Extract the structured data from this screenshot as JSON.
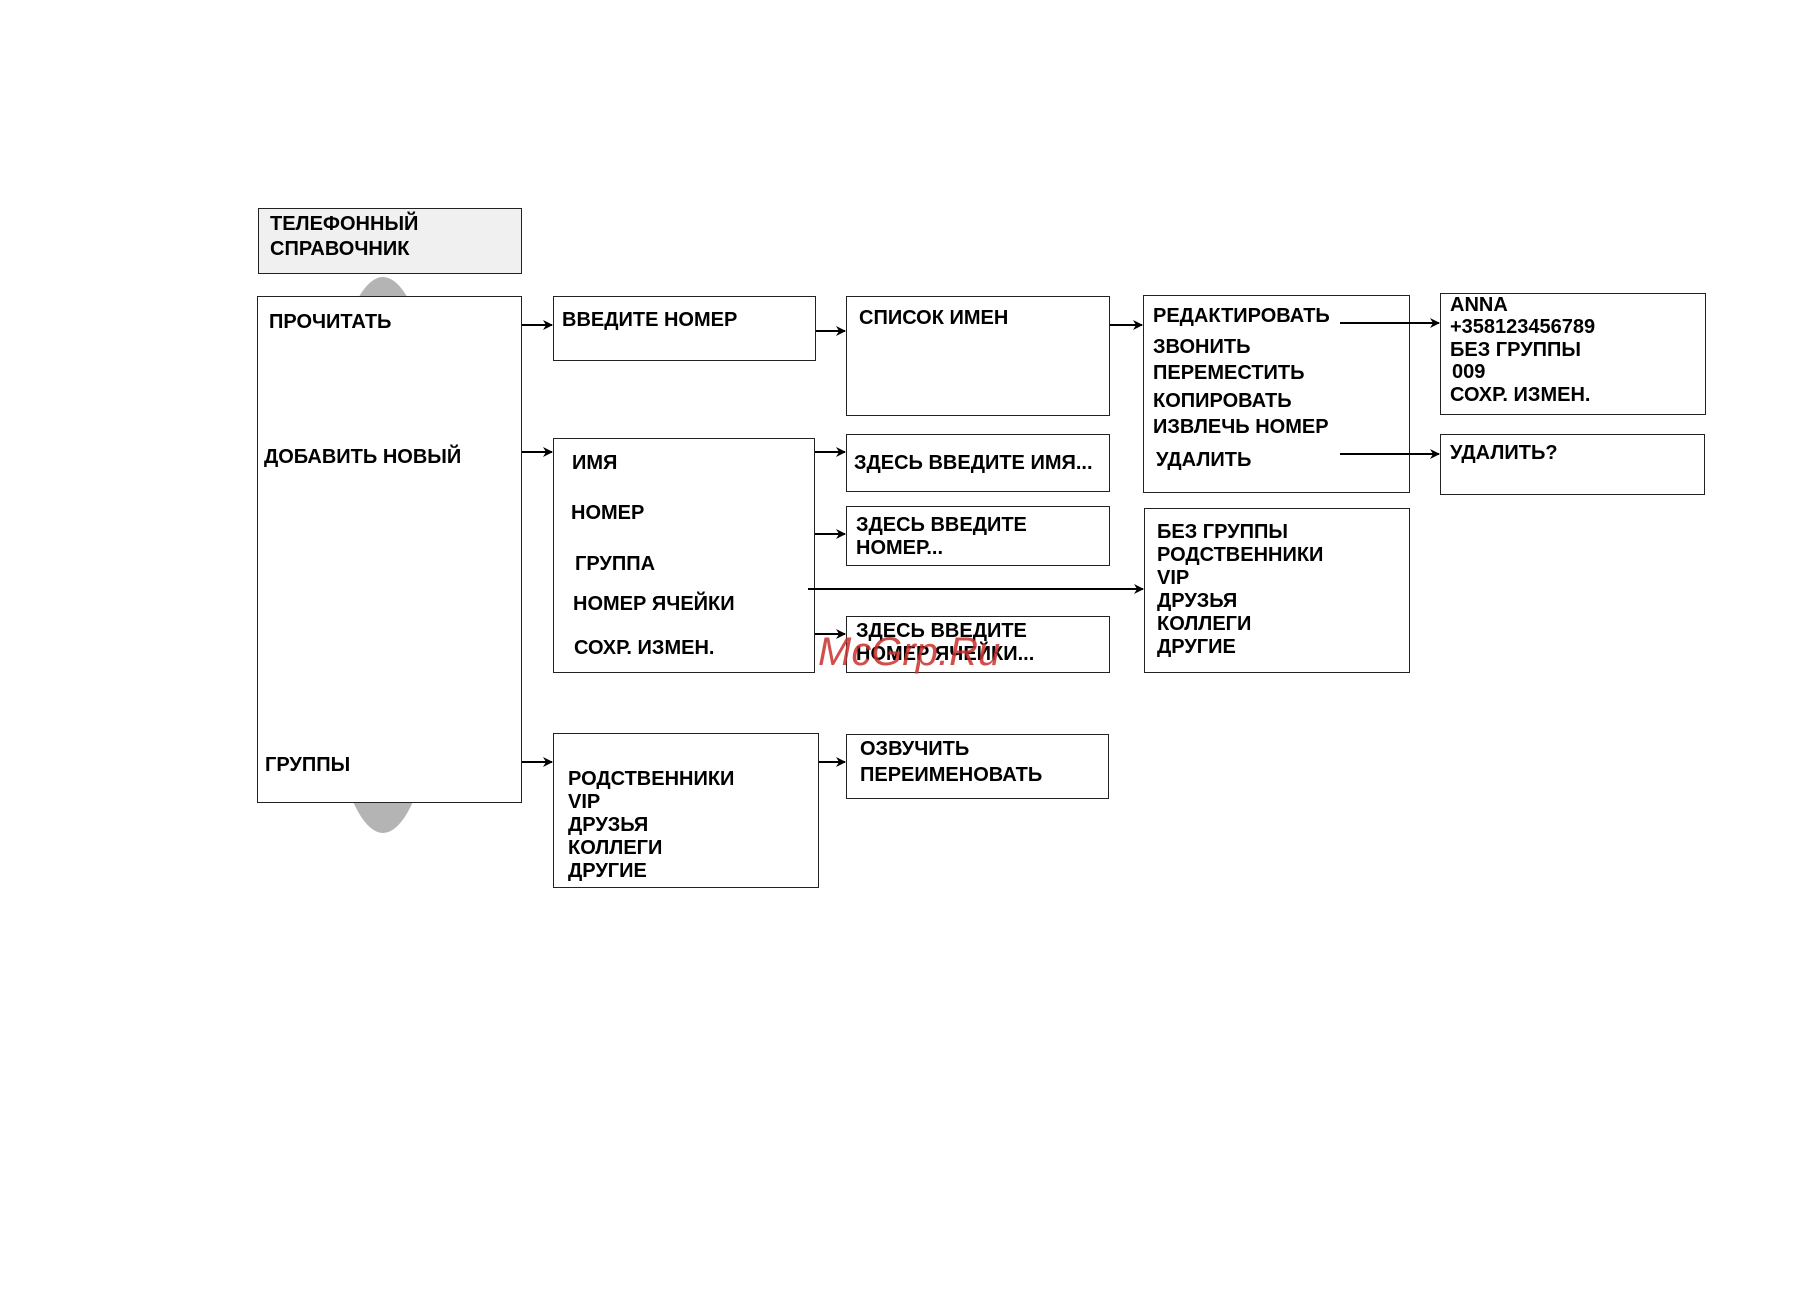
{
  "title_box": {
    "line1": "ТЕЛЕФОННЫЙ",
    "line2": "СПРАВОЧНИК"
  },
  "main_menu": {
    "read": "ПРОЧИТАТЬ",
    "add_new": "ДОБАВИТЬ НОВЫЙ",
    "groups": "ГРУППЫ"
  },
  "enter_number": {
    "label": "ВВЕДИТЕ НОМЕР"
  },
  "name_list": {
    "label": "СПИСОК ИМЕН"
  },
  "contact_actions": {
    "edit": "РЕДАКТИРОВАТЬ",
    "call": "ЗВОНИТЬ",
    "move": "ПЕРЕМЕСТИТЬ",
    "copy": "КОПИРОВАТЬ",
    "extract": "ИЗВЛЕЧЬ НОМЕР",
    "delete": "УДАЛИТЬ"
  },
  "edit_view": {
    "name": "ANNA",
    "number": "+358123456789",
    "group": "БЕЗ ГРУППЫ",
    "cell": "009",
    "save": "СОХР. ИЗМЕН."
  },
  "delete_confirm": {
    "label": "УДАЛИТЬ?"
  },
  "add_fields": {
    "name": "ИМЯ",
    "number": "НОМЕР",
    "group": "ГРУППА",
    "cell": "НОМЕР ЯЧЕЙКИ",
    "save": "СОХР. ИЗМЕН."
  },
  "name_input": {
    "label": "ЗДЕСЬ ВВЕДИТЕ ИМЯ..."
  },
  "number_input": {
    "line1": "ЗДЕСЬ ВВЕДИТЕ",
    "line2": "НОМЕР..."
  },
  "cell_input": {
    "line1": "ЗДЕСЬ ВВЕДИТЕ",
    "line2": "НОМЕР ЯЧЕЙКИ..."
  },
  "group_choices": [
    "БЕЗ ГРУППЫ",
    "РОДСТВЕННИКИ",
    "VIP",
    "ДРУЗЬЯ",
    "КОЛЛЕГИ",
    "ДРУГИЕ"
  ],
  "groups_list": [
    "РОДСТВЕННИКИ",
    "VIP",
    "ДРУЗЬЯ",
    "КОЛЛЕГИ",
    "ДРУГИЕ"
  ],
  "group_actions": {
    "voice": "ОЗВУЧИТЬ",
    "rename": "ПЕРЕИМЕНОВАТЬ"
  },
  "watermark": "McGrp.Ru",
  "colors": {
    "line": "#000000",
    "title_fill": "#f0f0f0",
    "circle": "#b4b4b4",
    "watermark": "#c9302c"
  }
}
